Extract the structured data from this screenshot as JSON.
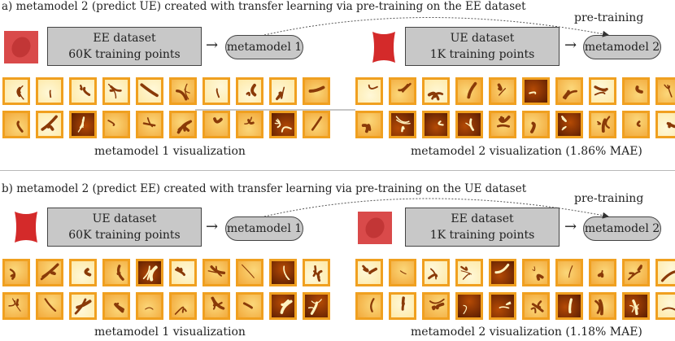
{
  "panel_a": {
    "caption": "a) metamodel 2 (predict UE) created with transfer learning via pre-training on the EE dataset",
    "box1": {
      "line1": "EE dataset",
      "line2": "60K training points"
    },
    "mm1": "metamodel 1",
    "box2": {
      "line1": "UE dataset",
      "line2": "1K training points"
    },
    "mm2": "metamodel 2",
    "pretrain": "pre-training",
    "viz1": "metamodel 1 visualization",
    "viz2": "metamodel 2 visualization (1.86% MAE)",
    "arrow": "→"
  },
  "panel_b": {
    "caption": "b) metamodel 2 (predict EE) created with transfer learning via pre-training on the UE dataset",
    "box1": {
      "line1": "UE dataset",
      "line2": "60K training points"
    },
    "mm1": "metamodel 1",
    "box2": {
      "line1": "EE dataset",
      "line2": "1K training points"
    },
    "mm2": "metamodel 2",
    "pretrain": "pre-training",
    "viz1": "metamodel 1 visualization",
    "viz2": "metamodel 2 visualization (1.18% MAE)",
    "arrow": "→"
  },
  "colors": {
    "box_fill": "#c8c8c8",
    "tile_border": "#f0a020",
    "sample_red": "#d42a2a"
  }
}
